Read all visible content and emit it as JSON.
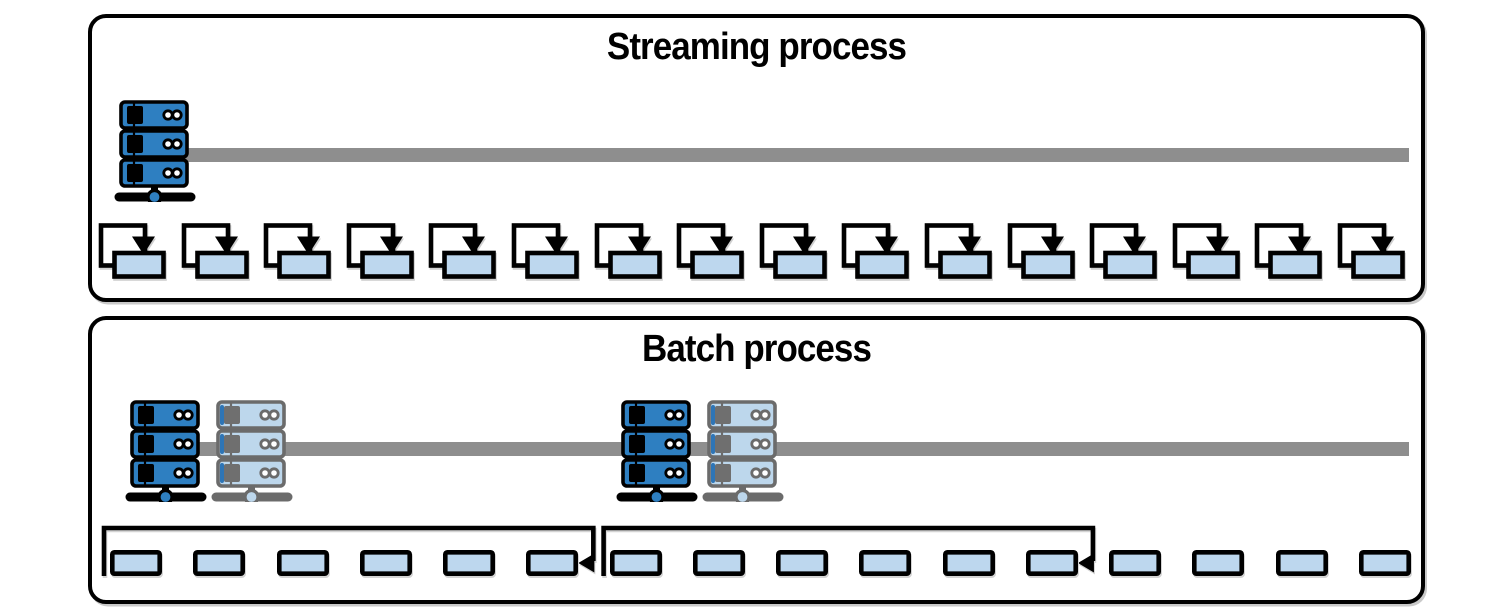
{
  "streaming": {
    "title": "Streaming process",
    "record_count": 16,
    "icons": {
      "server": "server-stack-icon",
      "record": "record-append-icon",
      "arrow": "down-arrow-icon"
    }
  },
  "batch": {
    "title": "Batch process",
    "record_count": 16,
    "server_pair_count": 2,
    "groups": [
      {
        "first": 1,
        "last": 6
      },
      {
        "first": 7,
        "last": 12
      }
    ],
    "icons": {
      "server_active": "server-stack-icon",
      "server_idle": "server-stack-idle-icon",
      "record": "record-icon",
      "group_bracket": "batch-window-bracket-icon",
      "arrow": "left-arrow-icon"
    }
  },
  "colors": {
    "outline": "#000000",
    "server_blue": "#2e7fc1",
    "record_fill": "#bdd7ee",
    "timeline_gray": "#8e8e8e",
    "faded_outline": "#6b6b6b",
    "faded_fill": "#bdd7ec",
    "faded_square": "#6f6f6f",
    "accent_blue": "#2e75b6",
    "white": "#ffffff"
  }
}
